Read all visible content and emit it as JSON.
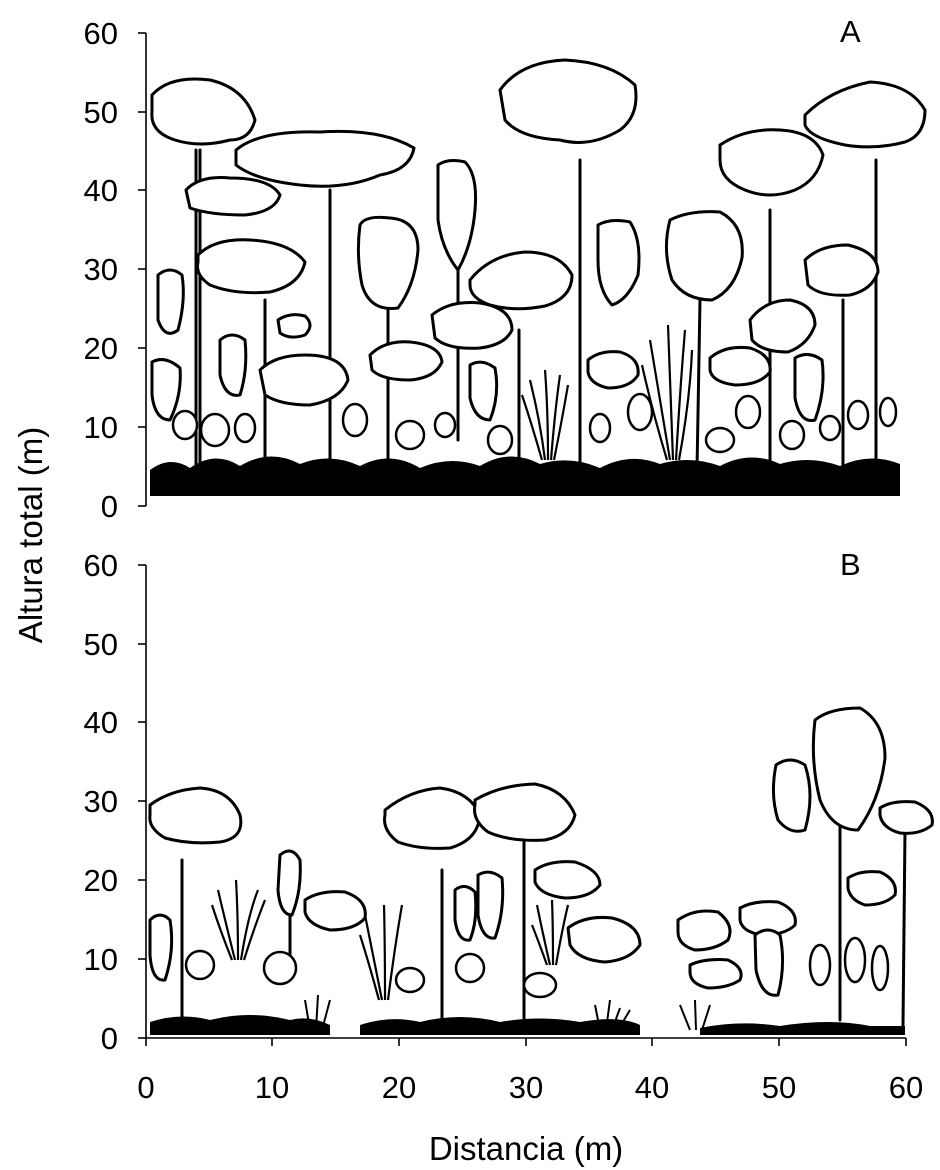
{
  "figure": {
    "y_axis_title": "Altura total (m)",
    "x_axis_title": "Distancia (m)",
    "y_ticks": [
      "0",
      "10",
      "20",
      "30",
      "40",
      "50",
      "60"
    ],
    "x_ticks": [
      "0",
      "10",
      "20",
      "30",
      "40",
      "50",
      "60"
    ],
    "panels": [
      {
        "id": "A",
        "label": "A"
      },
      {
        "id": "B",
        "label": "B"
      }
    ],
    "colors": {
      "ink": "#000000",
      "background": "#ffffff"
    }
  }
}
